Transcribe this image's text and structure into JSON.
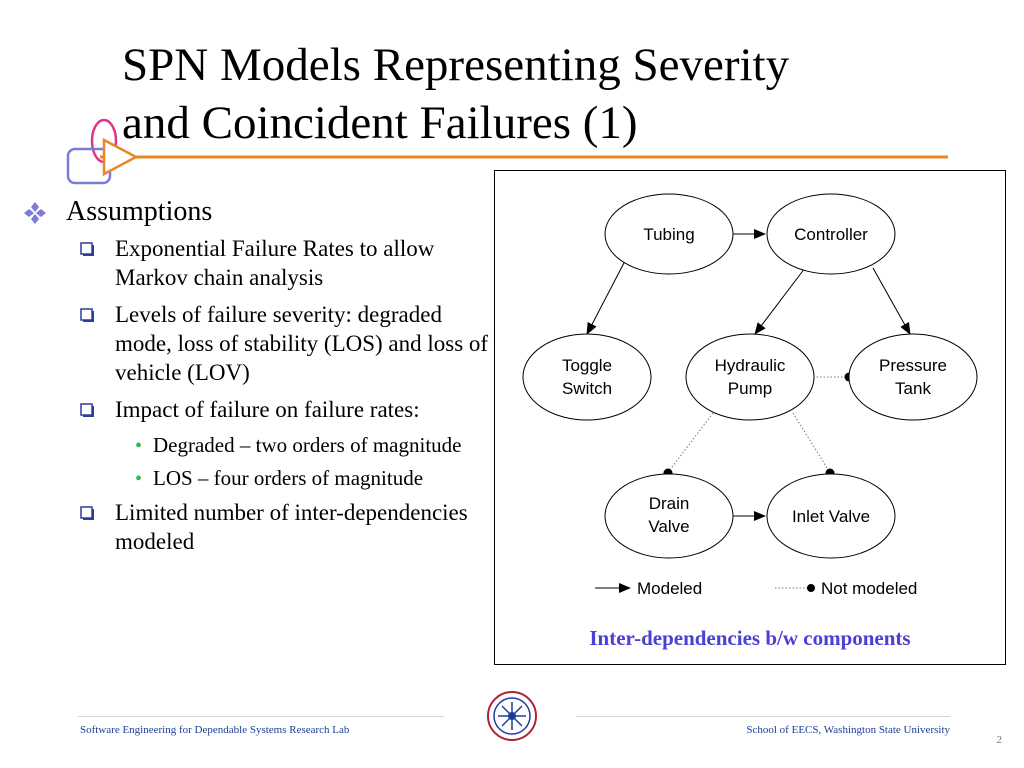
{
  "slide": {
    "title_line1": "SPN Models Representing Severity",
    "title_line2": "and Coincident Failures (1)",
    "assumptions": "Assumptions",
    "items": [
      "Exponential Failure Rates to allow Markov chain analysis",
      "Levels of failure severity: degraded mode, loss of stability (LOS) and loss of vehicle (LOV)",
      "Impact of failure on failure rates:",
      "Limited number of inter-dependencies modeled"
    ],
    "subitems": [
      "Degraded – two orders of magnitude",
      "LOS – four orders of magnitude"
    ]
  },
  "diagram": {
    "nodes": {
      "tubing": "Tubing",
      "controller": "Controller",
      "toggle_1": "Toggle",
      "toggle_2": "Switch",
      "hydraulic_1": "Hydraulic",
      "hydraulic_2": "Pump",
      "pressure_1": "Pressure",
      "pressure_2": "Tank",
      "drain_1": "Drain",
      "drain_2": "Valve",
      "inlet": "Inlet Valve"
    },
    "legend": {
      "modeled": "Modeled",
      "not_modeled": "Not modeled"
    },
    "caption": "Inter-dependencies b/w components"
  },
  "footer": {
    "left": "Software Engineering for Dependable Systems Research Lab",
    "right": "School of EECS, Washington State University",
    "page": "2"
  },
  "colors": {
    "accent_orange": "#e8872a",
    "caption_blue": "#4b3fd6",
    "deco_pink": "#e0358c",
    "deco_blue": "#7b7bd8"
  }
}
